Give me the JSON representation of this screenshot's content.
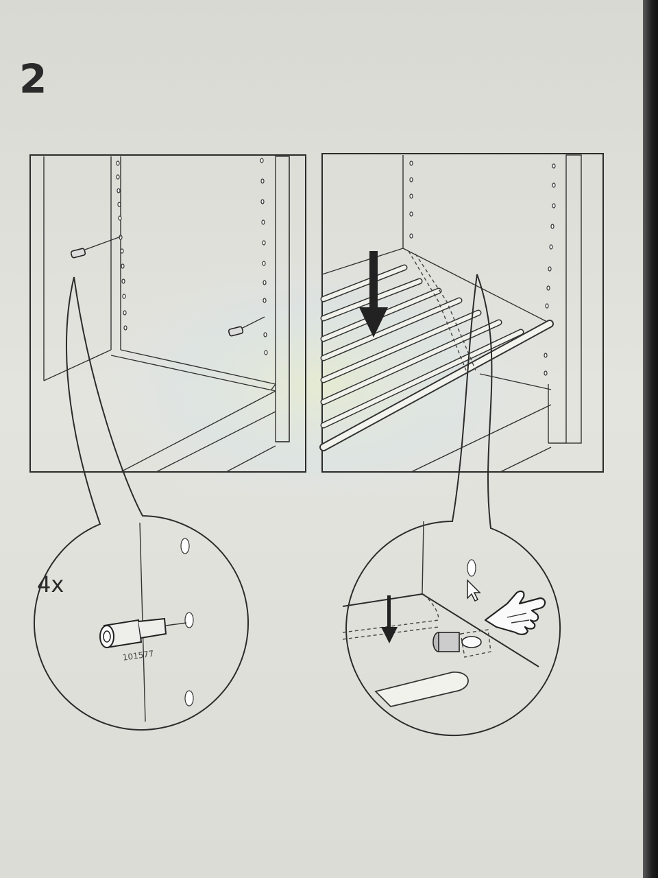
{
  "step": {
    "number": "2"
  },
  "detail_left": {
    "quantity": "4x",
    "part_number": "101577"
  }
}
